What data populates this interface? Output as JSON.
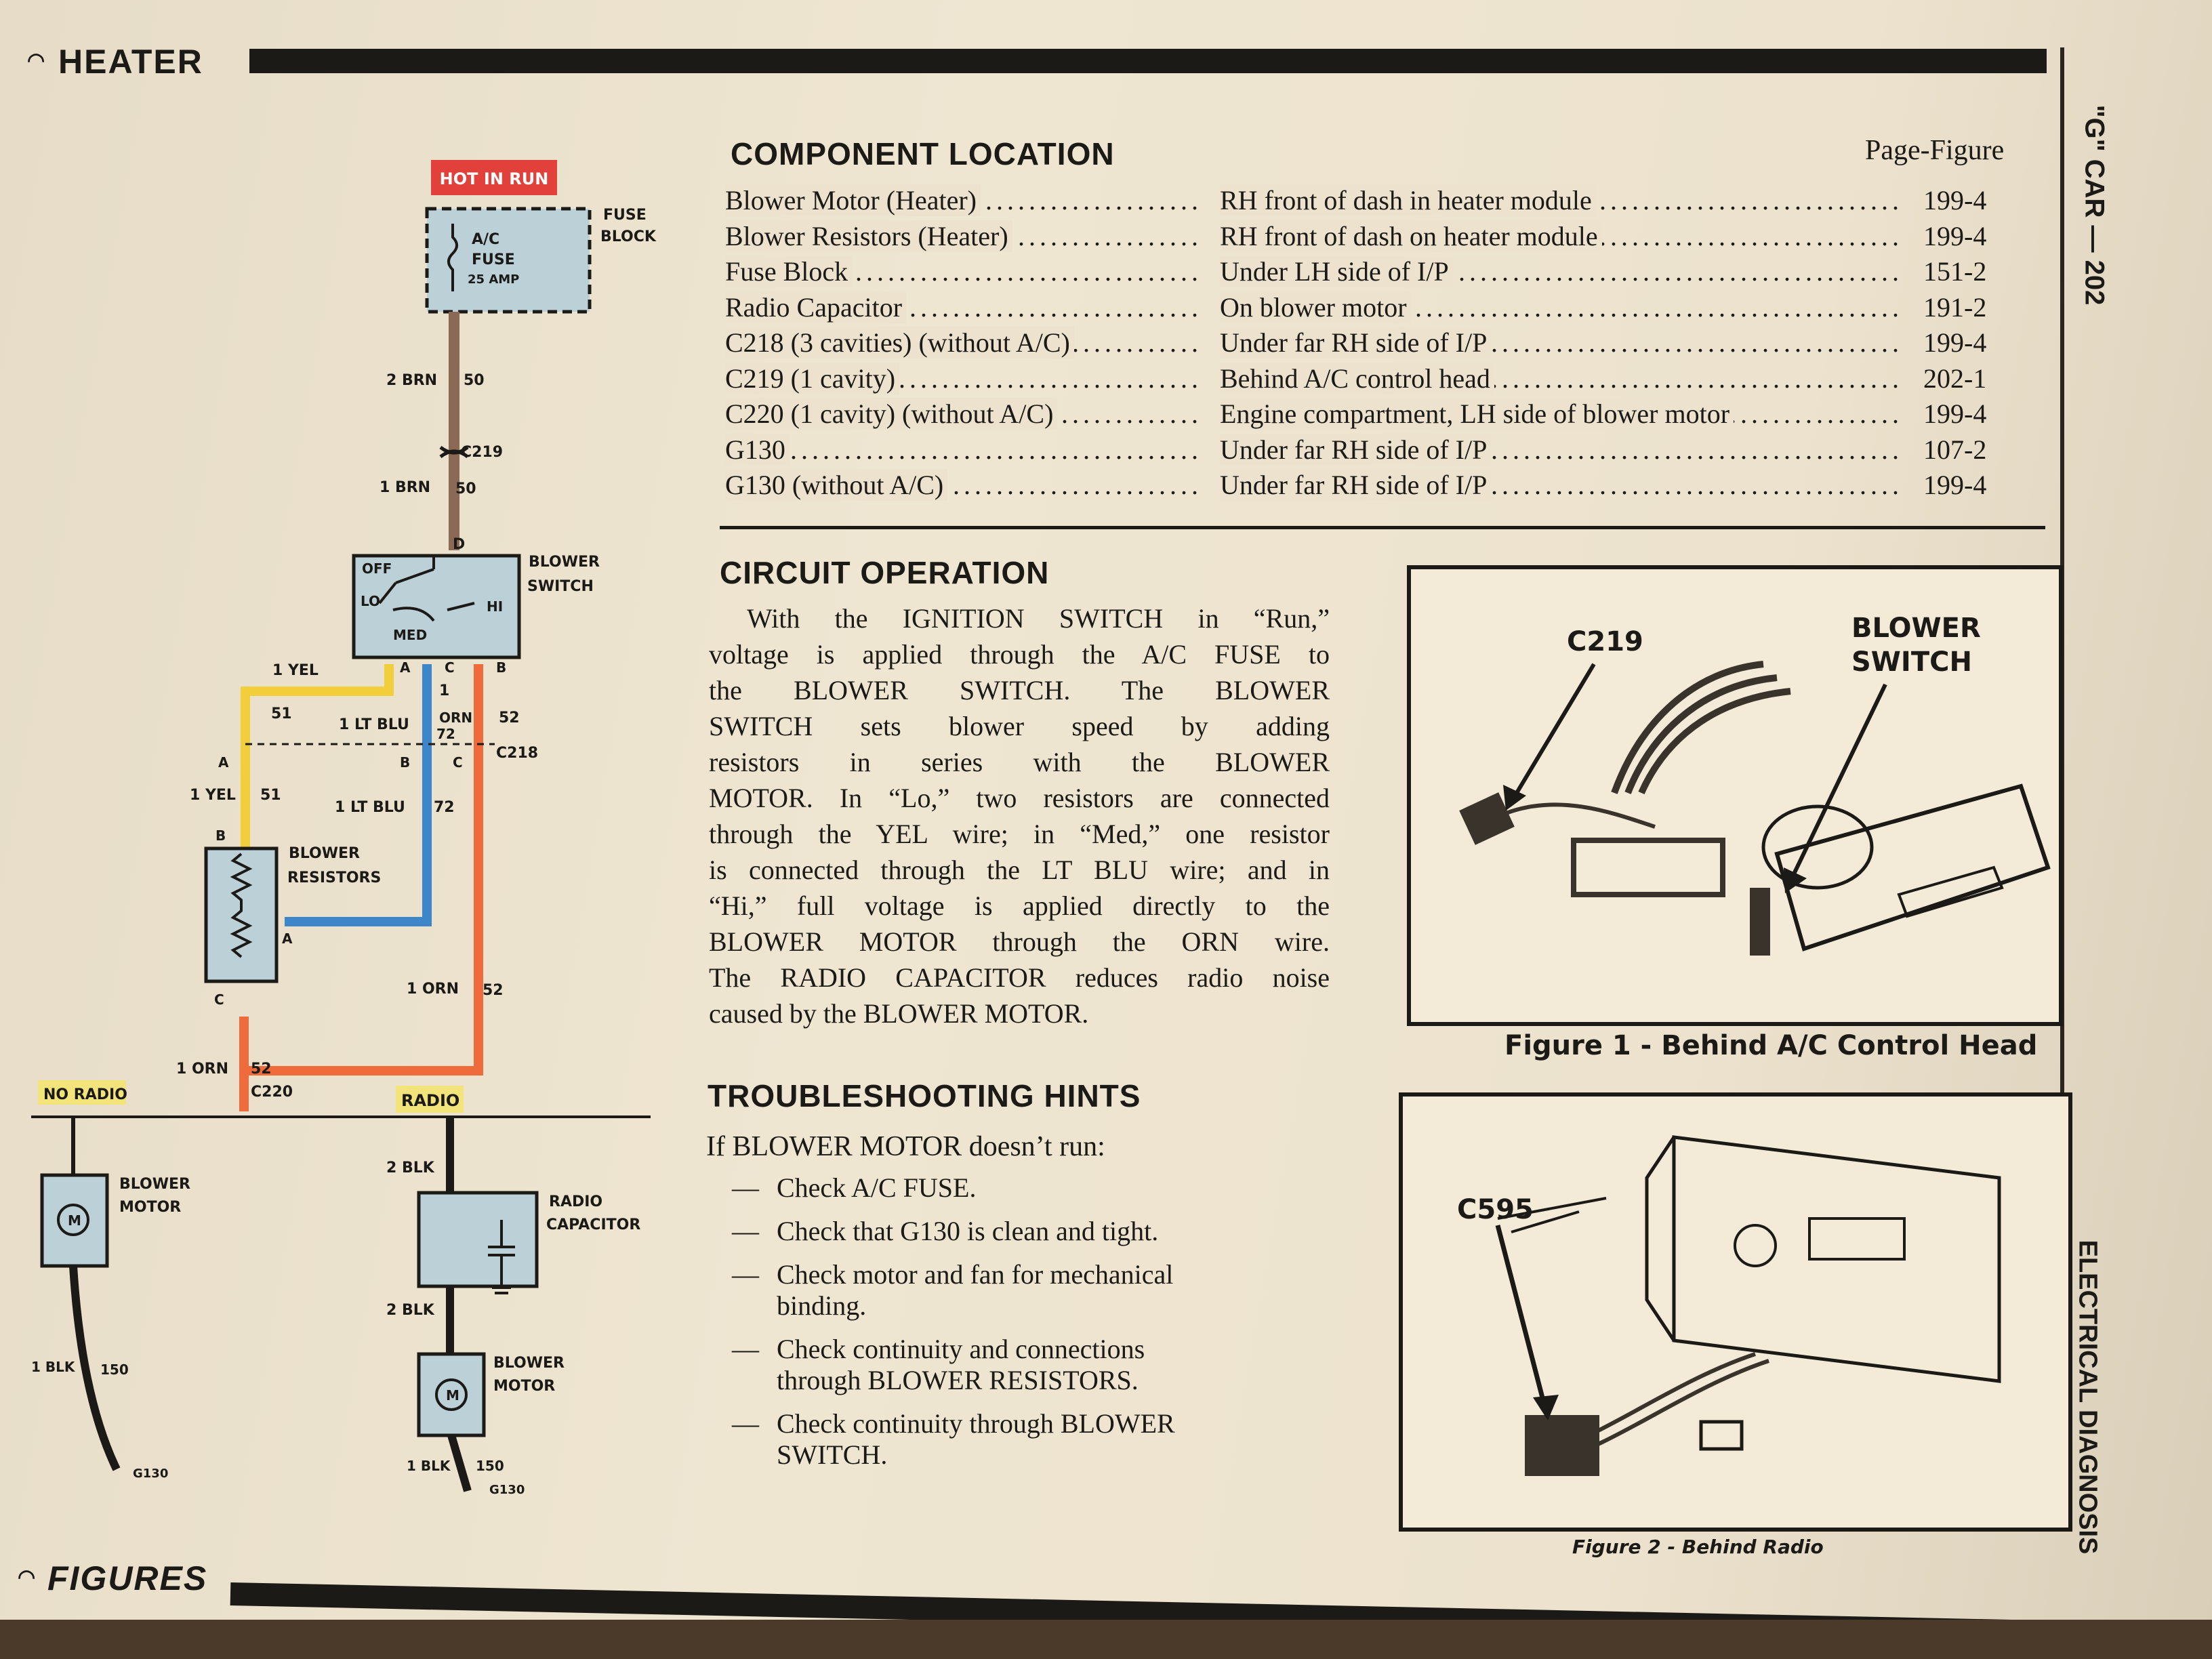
{
  "header": {
    "section_title": "HEATER",
    "side_title": "\"G\" CAR — 202",
    "side_subtitle": "ELECTRICAL DIAGNOSIS",
    "footer_title": "FIGURES"
  },
  "diagram": {
    "hot_in_run": "HOT IN RUN",
    "fuse_name": "A/C",
    "fuse_name2": "FUSE",
    "fuse_rating": "25 AMP",
    "fuse_block_1": "FUSE",
    "fuse_block_2": "BLOCK",
    "wire_2brn": "2 BRN",
    "wire_50a": "50",
    "c219": "C219",
    "wire_1brn": "1 BRN",
    "wire_50b": "50",
    "pin_d": "D",
    "blower_switch_1": "BLOWER",
    "blower_switch_2": "SWITCH",
    "sw_off": "OFF",
    "sw_lo": "LO",
    "sw_med": "MED",
    "sw_hi": "HI",
    "pin_a": "A",
    "pin_c": "C",
    "pin_b": "B",
    "wire_1yel": "1 YEL",
    "wire_51": "51",
    "wire_1": "1",
    "wire_52": "52",
    "wire_1ltblu": "1 LT BLU",
    "wire_orn": "ORN",
    "wire_72": "72",
    "c218": "C218",
    "wire_1yel_b": "1 YEL",
    "wire_51b": "51",
    "wire_1ltblu_b": "1 LT BLU",
    "wire_72b": "72",
    "pin_a2": "A",
    "pin_b2": "B",
    "pin_c2": "C",
    "blower_res_1": "BLOWER",
    "blower_res_2": "RESISTORS",
    "res_pin_b": "B",
    "res_pin_a": "A",
    "res_pin_c": "C",
    "wire_1orn": "1 ORN",
    "wire_52b": "52",
    "wire_1orn_b": "1 ORN",
    "wire_52c": "52",
    "c220": "C220",
    "no_radio": "NO RADIO",
    "radio": "RADIO",
    "blower_motor_1": "BLOWER",
    "blower_motor_2": "MOTOR",
    "wire_2blk": "2 BLK",
    "radio_cap_1": "RADIO",
    "radio_cap_2": "CAPACITOR",
    "wire_2blk_b": "2 BLK",
    "blower_motor_b1": "BLOWER",
    "blower_motor_b2": "MOTOR",
    "wire_1blk": "1 BLK",
    "wire_150": "150",
    "g130": "G130",
    "wire_1blk_b": "1 BLK",
    "wire_150b": "150",
    "g130b": "G130",
    "motor_symbol": "M",
    "colors": {
      "yel": "#f2cf3a",
      "blu": "#3d86c9",
      "orn": "#ef6b3c",
      "brn": "#8a6a55",
      "blk": "#1c1a17",
      "box": "#bcd0d8",
      "red": "#e2403b"
    }
  },
  "component_location": {
    "title": "COMPONENT LOCATION",
    "col_header": "Page-Figure",
    "rows": [
      {
        "name": "Blower Motor (Heater)",
        "location": "RH front of dash in heater module",
        "ref": "199-4"
      },
      {
        "name": "Blower Resistors (Heater)",
        "location": "RH front of dash on heater module",
        "ref": "199-4"
      },
      {
        "name": "Fuse Block",
        "location": "Under LH side of I/P",
        "ref": "151-2"
      },
      {
        "name": "Radio Capacitor",
        "location": "On blower motor",
        "ref": "191-2"
      },
      {
        "name": "C218 (3 cavities) (without A/C)",
        "location": "Under far RH side of I/P",
        "ref": "199-4"
      },
      {
        "name": "C219 (1 cavity)",
        "location": "Behind A/C control head",
        "ref": "202-1"
      },
      {
        "name": "C220 (1 cavity) (without A/C)",
        "location": "Engine compartment, LH side of blower motor",
        "ref": "199-4"
      },
      {
        "name": "G130",
        "location": "Under far RH side of I/P",
        "ref": "107-2"
      },
      {
        "name": "G130 (without A/C)",
        "location": "Under far RH side of I/P",
        "ref": "199-4"
      }
    ]
  },
  "circuit_operation": {
    "title": "CIRCUIT OPERATION",
    "lines": [
      "With the IGNITION SWITCH in “Run,”",
      "voltage is applied through the A/C FUSE to",
      "the BLOWER SWITCH. The BLOWER",
      "SWITCH sets blower speed by adding",
      "resistors in series with the BLOWER",
      "MOTOR. In “Lo,” two resistors are connected",
      "through the YEL wire; in “Med,” one resistor",
      "is connected through the LT BLU wire; and in",
      "“Hi,” full voltage is applied directly to the",
      "BLOWER MOTOR through the ORN wire.",
      "The RADIO CAPACITOR reduces radio noise",
      "caused by the BLOWER MOTOR."
    ]
  },
  "troubleshooting": {
    "title": "TROUBLESHOOTING HINTS",
    "intro": "If BLOWER MOTOR doesn’t run:",
    "dash": "—",
    "items": [
      [
        "Check A/C FUSE."
      ],
      [
        "Check that G130 is clean and tight."
      ],
      [
        "Check motor and fan for mechanical",
        "binding."
      ],
      [
        "Check continuity and connections",
        "through BLOWER RESISTORS."
      ],
      [
        "Check continuity through BLOWER",
        "SWITCH."
      ]
    ]
  },
  "figure1": {
    "label_c219": "C219",
    "label_switch_1": "BLOWER",
    "label_switch_2": "SWITCH",
    "caption": "Figure 1 - Behind A/C Control Head"
  },
  "figure2": {
    "label_c595": "C595",
    "caption": "Figure 2 - Behind Radio"
  }
}
